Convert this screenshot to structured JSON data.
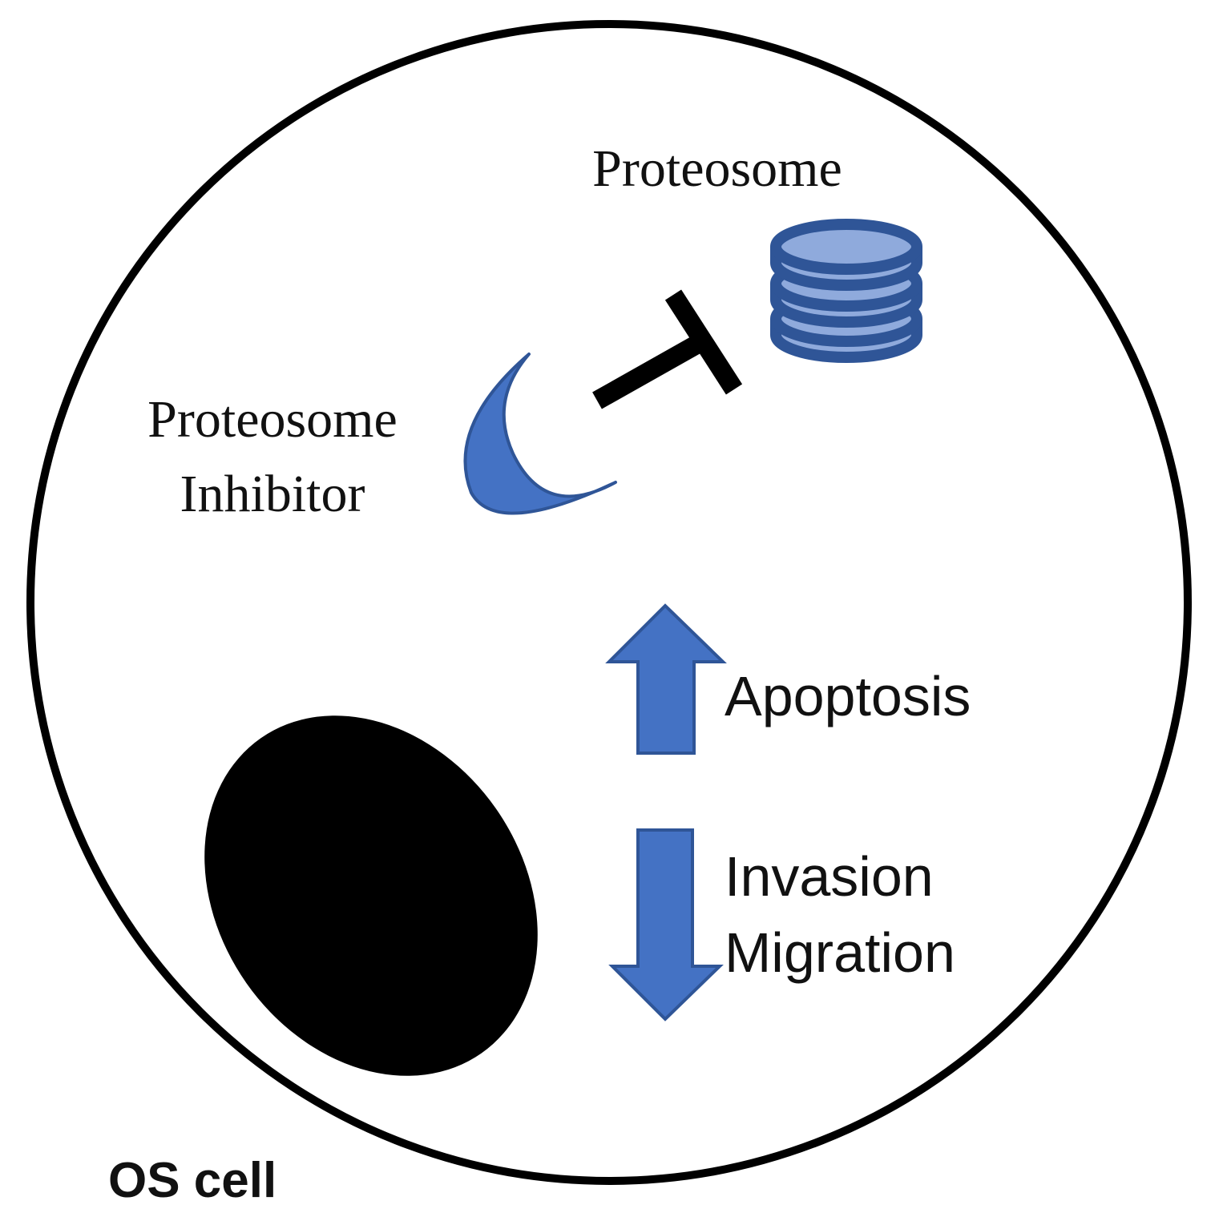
{
  "colors": {
    "background": "#ffffff",
    "outline": "#000000",
    "nucleus": "#000000",
    "arrow_fill": "#4472C4",
    "arrow_stroke": "#2F5597",
    "proteasome_fill": "#8FAADC",
    "proteasome_stroke": "#2F5597",
    "inhibitor_fill": "#4472C4",
    "inhibition_bar": "#000000"
  },
  "icons": {
    "cell": "circle-outline",
    "nucleus": "ellipse-filled",
    "proteasome": "stacked-disks",
    "inhibitor": "crescent",
    "inhibition": "t-bar-inhibition",
    "increase": "up-arrow",
    "decrease": "down-arrow"
  },
  "labels": {
    "proteasome": "Proteosome",
    "inhibitor_line1": "Proteosome",
    "inhibitor_line2": "Inhibitor",
    "apoptosis": "Apoptosis",
    "invasion": "Invasion",
    "migration": "Migration",
    "cell": "OS cell"
  }
}
